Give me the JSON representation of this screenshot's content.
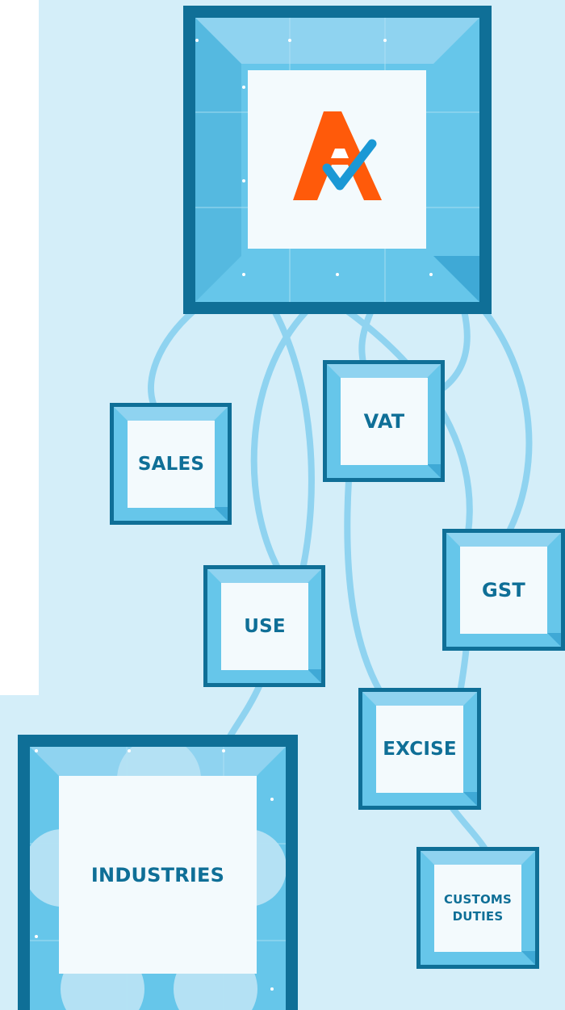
{
  "nodes": {
    "sales": {
      "label": "SALES"
    },
    "vat": {
      "label": "VAT"
    },
    "use": {
      "label": "USE"
    },
    "gst": {
      "label": "GST"
    },
    "excise": {
      "label": "EXCISE"
    },
    "customs": {
      "label": "CUSTOMS DUTIES"
    },
    "industries": {
      "label": "INDUSTRIES"
    }
  },
  "colors": {
    "background": "#d4eef9",
    "frame": "#0f6f97",
    "tile": "#66c6ea",
    "connector": "#8fd3f0",
    "inner": "#f3fafd",
    "logo_orange": "#ff5a0a",
    "logo_blue": "#1a98d5"
  },
  "logo": {
    "icon": "avalara-logo-icon"
  }
}
